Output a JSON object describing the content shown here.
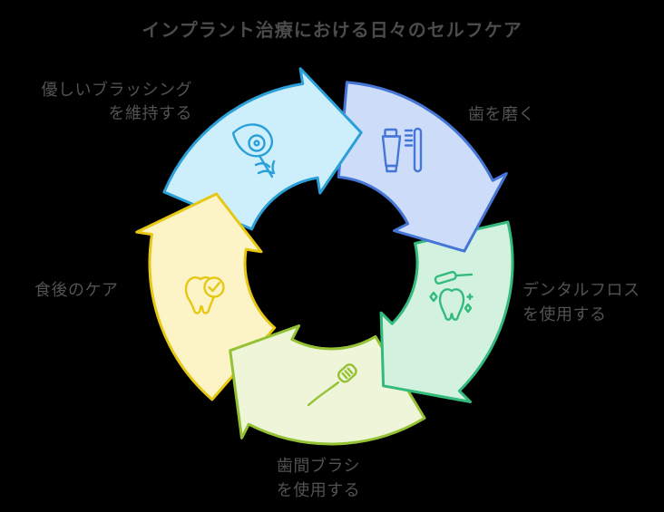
{
  "background_color": "#000000",
  "title": {
    "text": "インプラント治療における日々のセルフケア",
    "color": "#4b4b4b"
  },
  "label_color": "#525252",
  "cycle": {
    "direction": "clockwise",
    "segment_count": 5
  },
  "segments": [
    {
      "id": "gentle-brushing",
      "label_line1": "優しいブラッシング",
      "label_line2": "を維持する",
      "icon": "feather-icon",
      "fill": "#cdeefb",
      "stroke": "#2b9fd7"
    },
    {
      "id": "brush-teeth",
      "label_line1": "歯を磨く",
      "label_line2": "",
      "icon": "toothpaste-toothbrush-icon",
      "fill": "#cddcf8",
      "stroke": "#4576d6"
    },
    {
      "id": "dental-floss",
      "label_line1": "デンタルフロス",
      "label_line2": "を使用する",
      "icon": "sparkling-tooth-icon",
      "fill": "#d2f2df",
      "stroke": "#33ba7c"
    },
    {
      "id": "interdental-brush",
      "label_line1": "歯間ブラシ",
      "label_line2": "を使用する",
      "icon": "interdental-brush-icon",
      "fill": "#eff5d8",
      "stroke": "#94c234"
    },
    {
      "id": "after-meal-care",
      "label_line1": "食後のケア",
      "label_line2": "",
      "icon": "tooth-check-icon",
      "fill": "#fcf4c6",
      "stroke": "#e6c714"
    }
  ]
}
